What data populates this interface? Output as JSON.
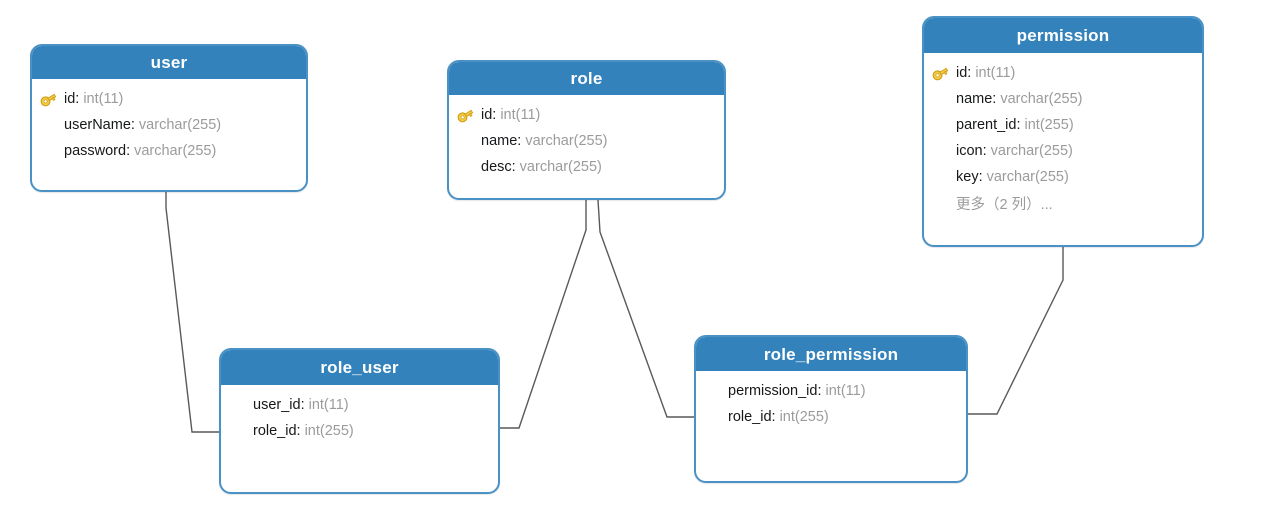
{
  "diagram": {
    "type": "entity-relationship-diagram",
    "background_color": "#ffffff",
    "header_color": "#3382bb",
    "border_color": "#4a91c6",
    "link_color": "#595959",
    "key_icon_color": "#f2c230",
    "column_name_color": "#16181a",
    "column_type_color": "#9b9b9b"
  },
  "entities": [
    {
      "id": "user",
      "title": "user",
      "columns": [
        {
          "key": true,
          "name": "id",
          "sep": ":",
          "type": "int(11)"
        },
        {
          "key": false,
          "name": "userName",
          "sep": ":",
          "type": "varchar(255)"
        },
        {
          "key": false,
          "name": "password",
          "sep": ":",
          "type": "varchar(255)"
        }
      ]
    },
    {
      "id": "role",
      "title": "role",
      "columns": [
        {
          "key": true,
          "name": "id",
          "sep": ":",
          "type": "int(11)"
        },
        {
          "key": false,
          "name": "name",
          "sep": ":",
          "type": "varchar(255)"
        },
        {
          "key": false,
          "name": "desc",
          "sep": ":",
          "type": "varchar(255)"
        }
      ]
    },
    {
      "id": "permission",
      "title": "permission",
      "columns": [
        {
          "key": true,
          "name": "id",
          "sep": ":",
          "type": "int(11)"
        },
        {
          "key": false,
          "name": "name",
          "sep": ":",
          "type": "varchar(255)"
        },
        {
          "key": false,
          "name": "parent_id",
          "sep": ":",
          "type": "int(255)"
        },
        {
          "key": false,
          "name": "icon",
          "sep": ":",
          "type": "varchar(255)"
        },
        {
          "key": false,
          "name": "key",
          "sep": ":",
          "type": "varchar(255)"
        },
        {
          "key": false,
          "name": "更多（2 列）...",
          "sep": "",
          "type": "",
          "more": true
        }
      ]
    },
    {
      "id": "role_user",
      "title": "role_user",
      "columns": [
        {
          "key": false,
          "name": "user_id",
          "sep": ":",
          "type": "int(11)"
        },
        {
          "key": false,
          "name": "role_id",
          "sep": ":",
          "type": "int(255)"
        }
      ]
    },
    {
      "id": "role_permission",
      "title": "role_permission",
      "columns": [
        {
          "key": false,
          "name": "permission_id",
          "sep": ":",
          "type": "int(11)"
        },
        {
          "key": false,
          "name": "role_id",
          "sep": ":",
          "type": "int(255)"
        }
      ]
    }
  ],
  "links": [
    {
      "id": "user-role_user",
      "from": "user",
      "to": "role_user"
    },
    {
      "id": "role-role_user",
      "from": "role",
      "to": "role_user"
    },
    {
      "id": "role-role_permission",
      "from": "role",
      "to": "role_permission"
    },
    {
      "id": "permission-role_permission",
      "from": "permission",
      "to": "role_permission"
    }
  ]
}
